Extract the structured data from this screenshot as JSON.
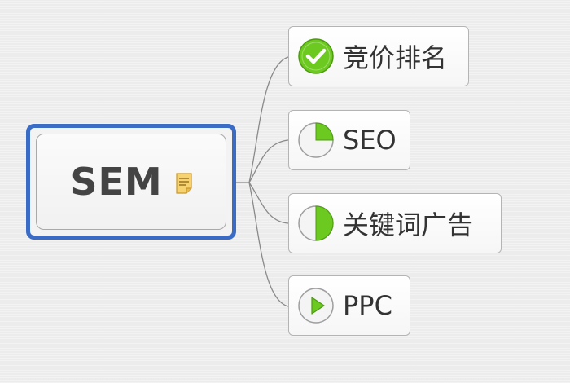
{
  "root": {
    "label": "SEM",
    "icon": "note-icon"
  },
  "branches": [
    {
      "label": "竞价排名",
      "icon": "check-circle-icon",
      "marker": "task-complete"
    },
    {
      "label": "SEO",
      "icon": "progress-quarter-icon",
      "marker": "progress-25"
    },
    {
      "label": "关键词广告",
      "icon": "progress-half-icon",
      "marker": "progress-50"
    },
    {
      "label": "PPC",
      "icon": "play-circle-icon",
      "marker": "start"
    }
  ],
  "colors": {
    "root_border": "#3a6cc6",
    "marker_green": "#6cc91f",
    "connector": "#8a8a8a",
    "text": "#333333"
  }
}
